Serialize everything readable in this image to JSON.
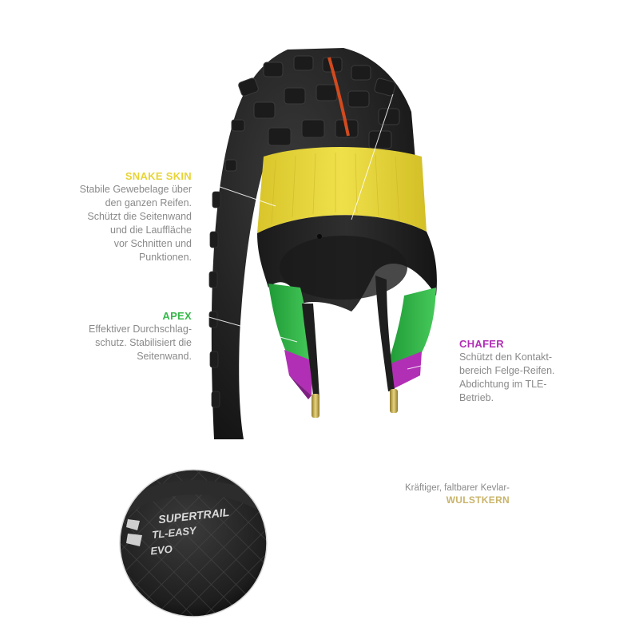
{
  "labels": {
    "snake_skin": {
      "title": "SNAKE SKIN",
      "lines": [
        "Stabile Gewebelage über",
        "den ganzen Reifen.",
        "Schützt die Seitenwand",
        "und die Lauffläche",
        "vor Schnitten und",
        "Punktionen."
      ]
    },
    "apex": {
      "title": "APEX",
      "lines": [
        "Effektiver Durchschlag-",
        "schutz. Stabilisiert die",
        "Seitenwand."
      ]
    },
    "chafer": {
      "title": "CHAFER",
      "lines": [
        "Schützt den Kontakt-",
        "bereich Felge-Reifen.",
        "Abdichtung im TLE-",
        "Betrieb."
      ]
    },
    "wulstkern": {
      "lines": [
        "Kräftiger, faltbarer Kevlar-"
      ],
      "title": "WULSTKERN"
    }
  },
  "sidewall_print": {
    "line1": "SUPERTRAIL",
    "line2": "TL-EASY",
    "line3": "EVO"
  },
  "colors": {
    "snake_skin": "#e6d437",
    "apex": "#35b84a",
    "chafer": "#b12fb5",
    "wulstkern": "#c9b46a",
    "tire": "#232323",
    "tread_accent": "#d24a1e",
    "callout_text": "#8a8a8a"
  }
}
